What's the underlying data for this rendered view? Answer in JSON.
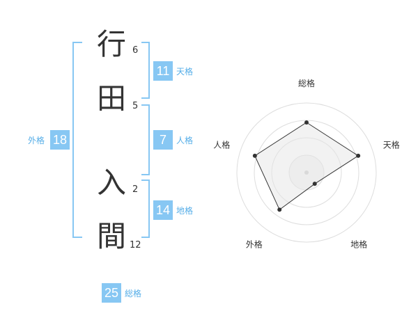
{
  "characters": [
    {
      "char": "行",
      "strokes": "6"
    },
    {
      "char": "田",
      "strokes": "5"
    },
    {
      "char": "入",
      "strokes": "2"
    },
    {
      "char": "間",
      "strokes": "12"
    }
  ],
  "fortunes": {
    "tenkaku": {
      "value": "11",
      "label": "天格"
    },
    "jinkaku": {
      "value": "7",
      "label": "人格"
    },
    "chikaku": {
      "value": "14",
      "label": "地格"
    },
    "gaikaku": {
      "value": "18",
      "label": "外格"
    },
    "soukaku": {
      "value": "25",
      "label": "総格"
    }
  },
  "colors": {
    "accent": "#87c7f3",
    "label": "#56aee8"
  },
  "chart_data": {
    "type": "radar",
    "axes": [
      "総格",
      "天格",
      "地格",
      "外格",
      "人格"
    ],
    "values": [
      0.72,
      0.78,
      0.2,
      0.66,
      0.78
    ],
    "rings": 4,
    "grid": true
  }
}
